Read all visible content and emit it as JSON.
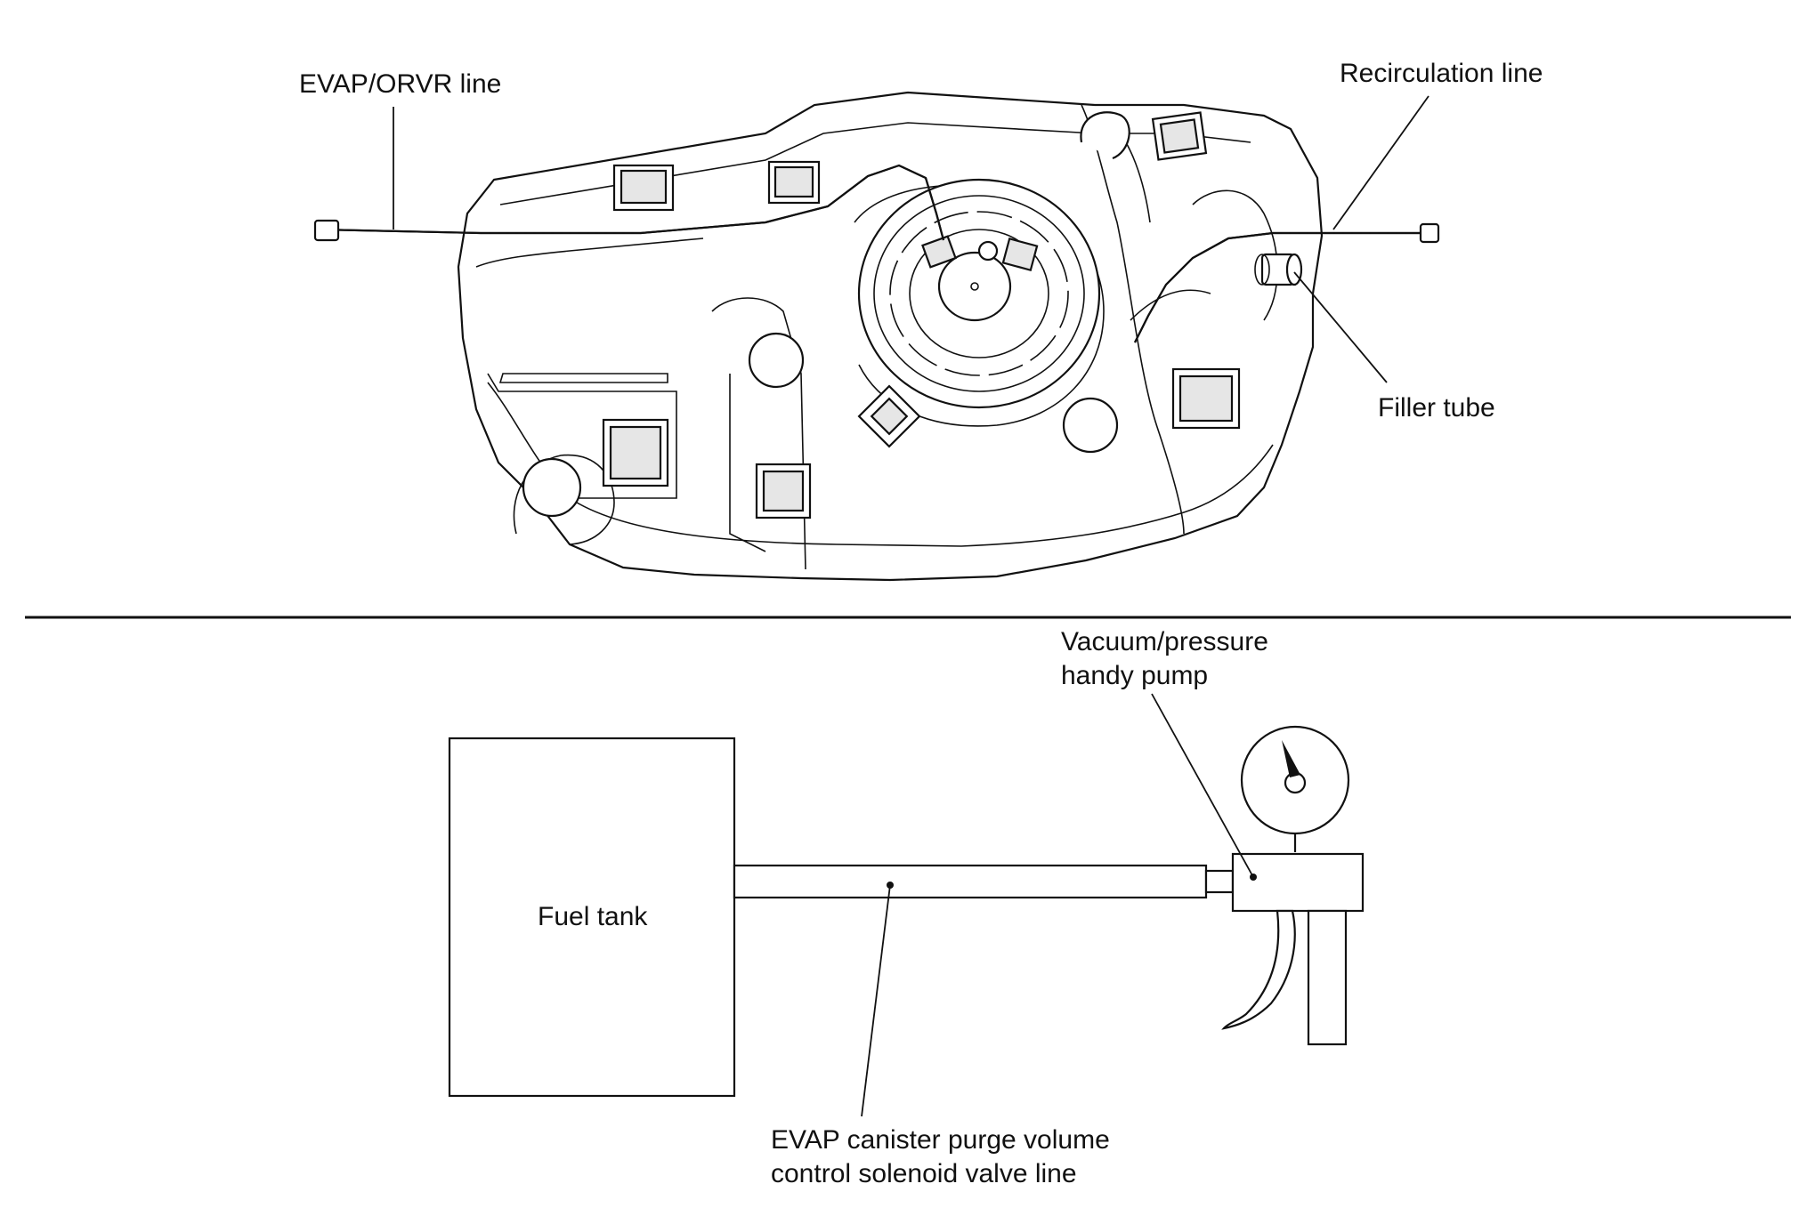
{
  "top_diagram": {
    "labels": {
      "evap_orvr_line": "EVAP/ORVR line",
      "recirculation_line": "Recirculation line",
      "filler_tube": "Filler tube"
    }
  },
  "bottom_diagram": {
    "labels": {
      "vacuum_pump_line1": "Vacuum/pressure",
      "vacuum_pump_line2": "handy pump",
      "fuel_tank": "Fuel tank",
      "purge_line1": "EVAP canister purge volume",
      "purge_line2": "control solenoid valve line"
    }
  }
}
